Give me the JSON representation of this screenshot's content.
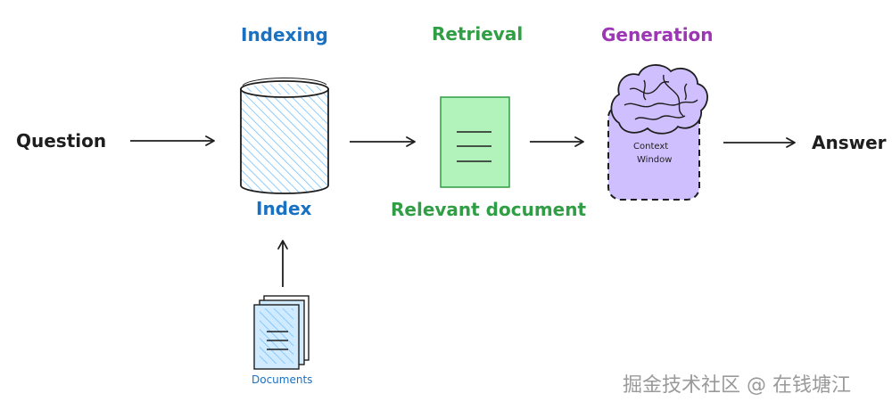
{
  "stages": {
    "indexing": {
      "title": "Indexing",
      "caption": "Index",
      "color": "#1971c2"
    },
    "retrieval": {
      "title": "Retrieval",
      "caption": "Relevant document",
      "color": "#2f9e44"
    },
    "generation": {
      "title": "Generation",
      "caption": "Context Window",
      "color": "#9c36b5"
    }
  },
  "nodes": {
    "question": "Question",
    "answer": "Answer",
    "documents": "Documents",
    "context_line1": "Context",
    "context_line2": "Window"
  },
  "colors": {
    "ink": "#1e1e1e",
    "index_fill": "#d0ebff",
    "doc_fill": "#b2f2bb",
    "brain_fill": "#d0bfff",
    "window_fill": "#d0bfff"
  },
  "watermark": "掘金技术社区 @ 在钱塘江"
}
